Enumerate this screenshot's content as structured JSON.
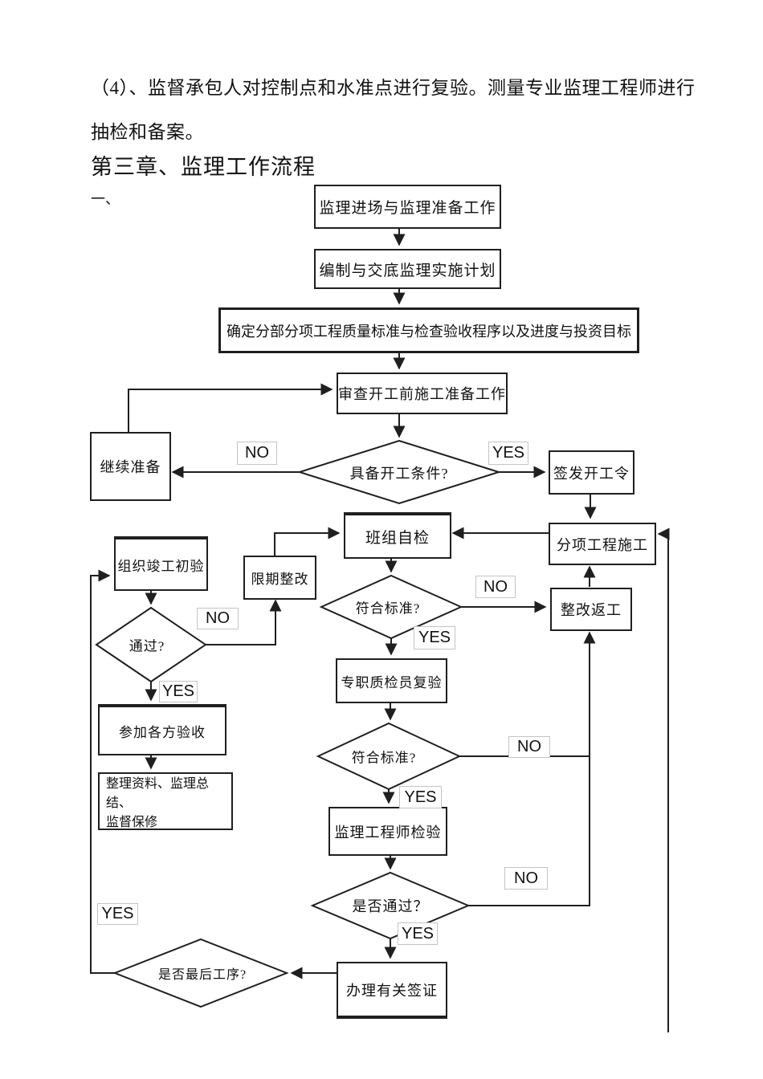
{
  "document": {
    "paragraph_line1": "（4）、监督承包人对控制点和水准点进行复验。测量专业监理工程师进行",
    "paragraph_line2": "抽检和备案。",
    "chapter_heading": "第三章、监理工作流程",
    "list_marker": "一、"
  },
  "flowchart": {
    "nodes": {
      "prep": "监理进场与监理准备工作",
      "plan": "编制与交底监理实施计划",
      "standards": "确定分部分项工程质量标准与检查验收程序以及进度与投资目标",
      "review": "审查开工前施工准备工作",
      "ready_condition": "具备开工条件?",
      "continue_prep": "继续准备",
      "issue_order": "签发开工令",
      "team_self_check": "班组自检",
      "sub_construction": "分项工程施工",
      "org_initial_acceptance": "组织竣工初验",
      "deadline_rectify": "限期整改",
      "meets_standard_1": "符合标准?",
      "rectify_rework": "整改返工",
      "pass_check": "通过?",
      "qc_recheck": "专职质检员复验",
      "meets_standard_2": "符合标准?",
      "join_acceptance": "参加各方验收",
      "sort_files_line1": "整理资料、监理总结、",
      "sort_files_line2": "监督保修",
      "engineer_inspect": "监理工程师检验",
      "is_passed": "是否通过？",
      "is_final_process": "是否最后工序?",
      "sign_visa": "办理有关签证"
    },
    "labels": {
      "yes": "YES",
      "no": "NO"
    },
    "colors": {
      "line": "#1f1f1f",
      "label_border": "#c4c4c4"
    }
  }
}
